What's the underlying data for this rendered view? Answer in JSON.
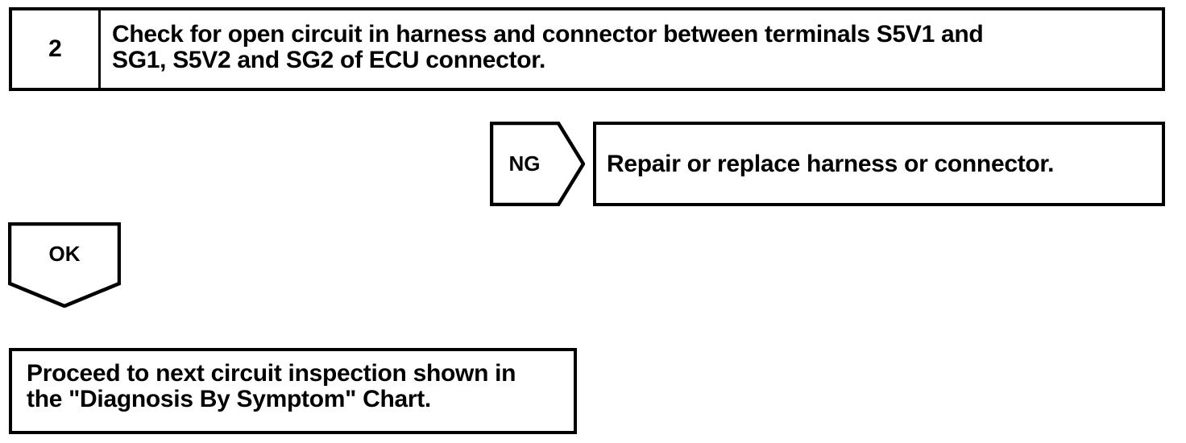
{
  "document": {
    "kind": "diagnostic-flowchart",
    "background_color": "#ffffff",
    "line_color": "#000000"
  },
  "step": {
    "number": "2",
    "instruction": "Check for open circuit in harness and connector between terminals S5V1 and\nSG1, S5V2 and SG2 of ECU connector."
  },
  "branches": {
    "ng": {
      "tag_label": "NG",
      "tag_shape": "right-arrow-pentagon",
      "result_text": "Repair or replace harness or connector."
    },
    "ok": {
      "tag_label": "OK",
      "tag_shape": "down-arrow-pentagon",
      "result_text": "Proceed to next circuit inspection shown in\nthe \"Diagnosis By Symptom\" Chart."
    }
  }
}
